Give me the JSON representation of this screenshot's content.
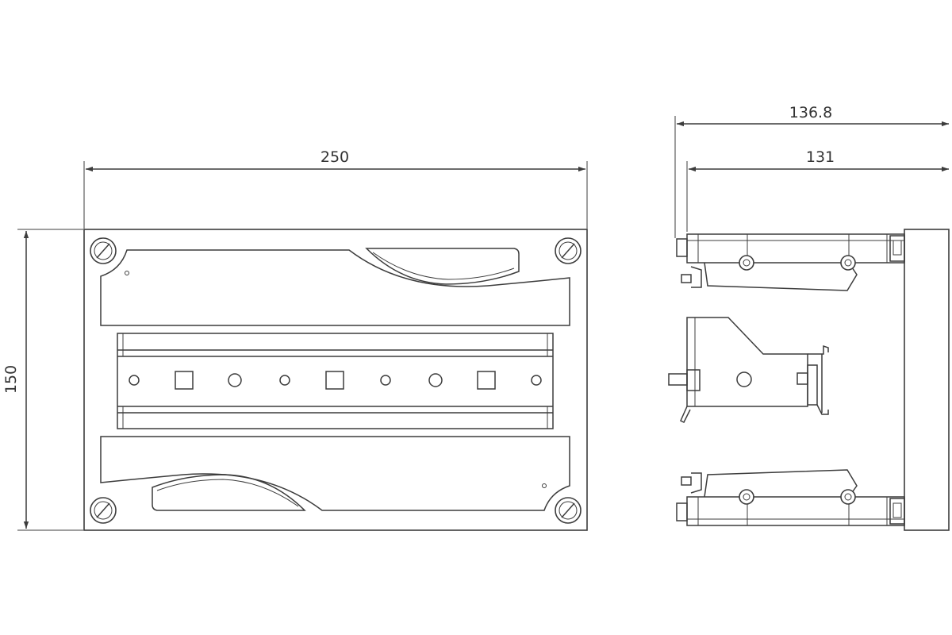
{
  "dimensions": {
    "front_width": "250",
    "front_height": "150",
    "side_depth_total": "136.8",
    "side_depth_body": "131"
  },
  "colors": {
    "line": "#3c3c3c",
    "background": "#ffffff",
    "text": "#333333"
  }
}
